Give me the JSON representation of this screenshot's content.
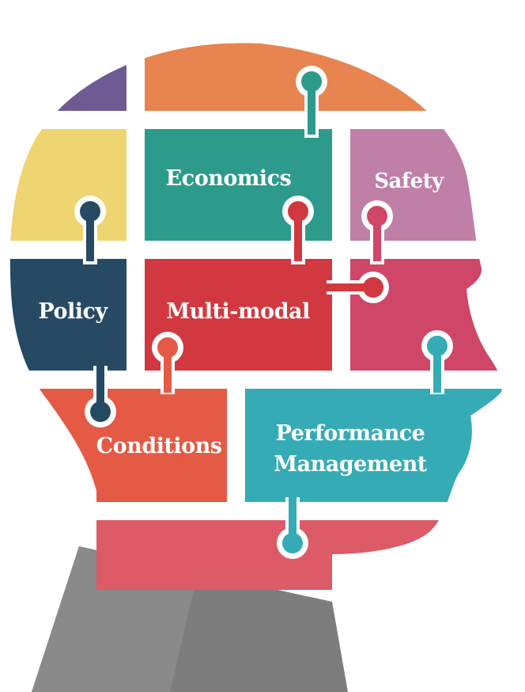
{
  "labels": {
    "economics": "Economics",
    "safety": "Safety",
    "policy": "Policy",
    "multimodal": "Multi-modal",
    "conditions": "Conditions",
    "performance_line1": "Performance",
    "performance_line2": "Management"
  },
  "colors": {
    "purple": "#6f5b93",
    "orange": "#e8844f",
    "yellow": "#eed571",
    "teal_green": "#2c9b8b",
    "mauve": "#c07fa7",
    "navy": "#274a64",
    "red": "#d2383f",
    "raspberry": "#cf4668",
    "coral": "#e55a45",
    "teal_blue": "#35acb5",
    "rose_neck": "#dd5a67",
    "suit_gray": "#7d7d7d",
    "white": "#ffffff"
  }
}
